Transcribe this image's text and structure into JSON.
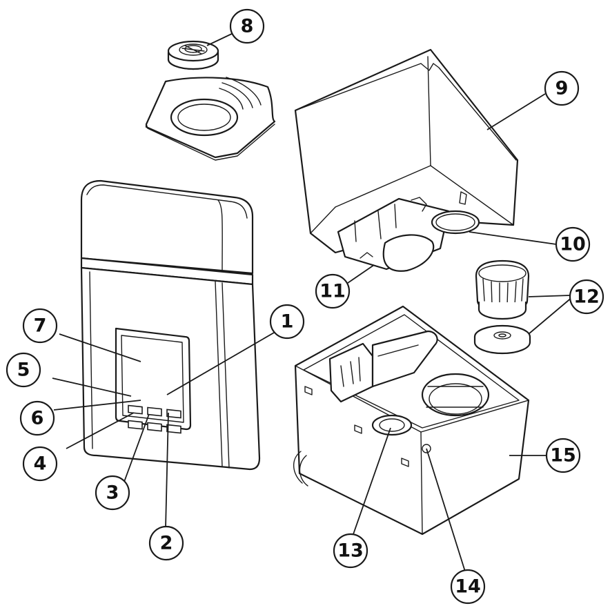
{
  "diagram": {
    "callouts": [
      {
        "id": "1",
        "label": "1"
      },
      {
        "id": "2",
        "label": "2"
      },
      {
        "id": "3",
        "label": "3"
      },
      {
        "id": "4",
        "label": "4"
      },
      {
        "id": "5",
        "label": "5"
      },
      {
        "id": "6",
        "label": "6"
      },
      {
        "id": "7",
        "label": "7"
      },
      {
        "id": "8",
        "label": "8"
      },
      {
        "id": "9",
        "label": "9"
      },
      {
        "id": "10",
        "label": "10"
      },
      {
        "id": "11",
        "label": "11"
      },
      {
        "id": "12",
        "label": "12"
      },
      {
        "id": "13",
        "label": "13"
      },
      {
        "id": "14",
        "label": "14"
      },
      {
        "id": "15",
        "label": "15"
      }
    ],
    "colors": {
      "line": "#1a1a1a",
      "fill": "#ffffff",
      "text": "#111111"
    }
  }
}
